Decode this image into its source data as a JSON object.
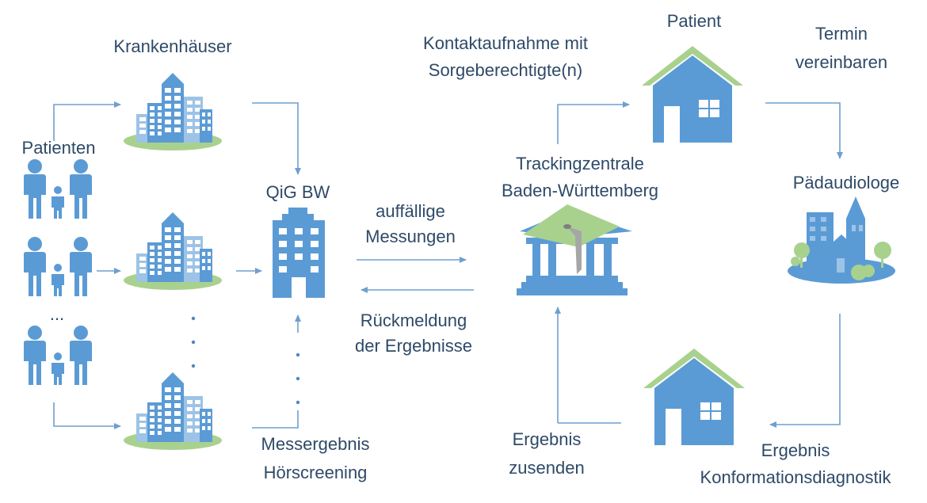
{
  "labels": {
    "krankenhaeuser": "Krankenhäuser",
    "patienten": "Patienten",
    "ellipsis": "...",
    "qig": "QiG BW",
    "auffaellige_1": "auffällige",
    "auffaellige_2": "Messungen",
    "rueckmeldung_1": "Rückmeldung",
    "rueckmeldung_2": "der Ergebnisse",
    "messergebnis_1": "Messergebnis",
    "messergebnis_2": "Hörscreening",
    "kontakt_1": "Kontaktaufnahme mit",
    "kontakt_2": "Sorgeberechtigte(n)",
    "patient": "Patient",
    "termin_1": "Termin",
    "termin_2": "vereinbaren",
    "tracking_1": "Trackingzentrale",
    "tracking_2": "Baden-Württemberg",
    "paedaudiologe": "Pädaudiologe",
    "ergebnis_zusenden_1": "Ergebnis",
    "ergebnis_zusenden_2": "zusenden",
    "ergebnis_konf_1": "Ergebnis",
    "ergebnis_konf_2": "Konformationsdiagnostik"
  },
  "colors": {
    "building_blue": "#5b9bd5",
    "building_light": "#9dc3e6",
    "roof_green": "#a9d18e",
    "arrow": "#6f9fcf",
    "text": "#2e4a68",
    "window": "#ffffff"
  }
}
